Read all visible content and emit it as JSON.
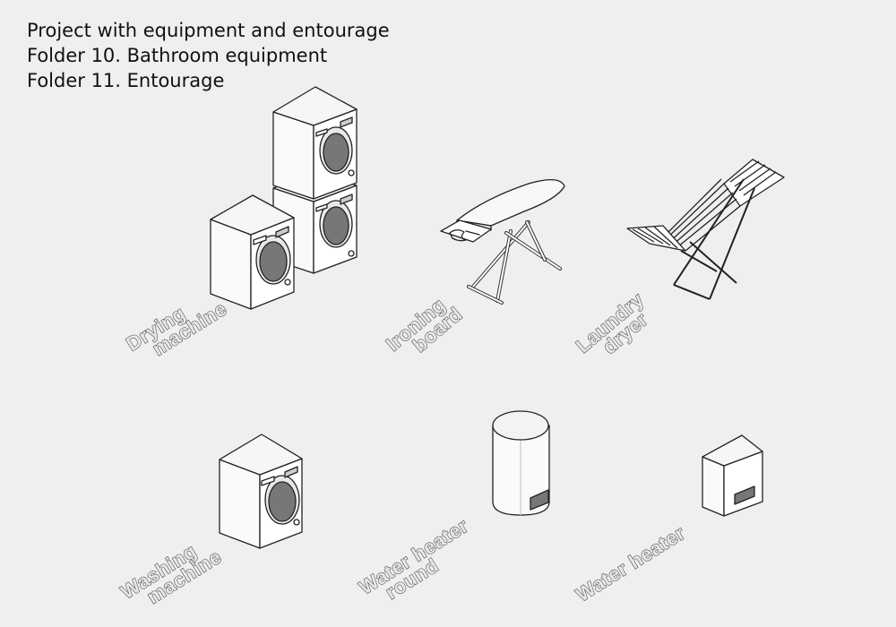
{
  "header": {
    "line1": "Project with equipment and entourage",
    "line2": "Folder 10. Bathroom equipment",
    "line3": "Folder 11. Entourage"
  },
  "objects": {
    "drying_machine": {
      "label_line1": "Drying",
      "label_line2": "machine",
      "icon": "stacked-drying-machines-icon"
    },
    "ironing_board": {
      "label_line1": "Ironing",
      "label_line2": "board",
      "icon": "ironing-board-icon"
    },
    "laundry_dryer": {
      "label_line1": "Laundry",
      "label_line2": "dryer",
      "icon": "laundry-dryer-rack-icon"
    },
    "washing_machine": {
      "label_line1": "Washing",
      "label_line2": "machine",
      "icon": "washing-machine-icon"
    },
    "water_heater_round": {
      "label_line1": "Water heater",
      "label_line2": "round",
      "icon": "round-water-heater-icon"
    },
    "water_heater": {
      "label_line1": "Water heater",
      "icon": "water-heater-icon"
    }
  },
  "colors": {
    "background": "#efefef",
    "outline": "#222222",
    "drum": "#777777"
  }
}
